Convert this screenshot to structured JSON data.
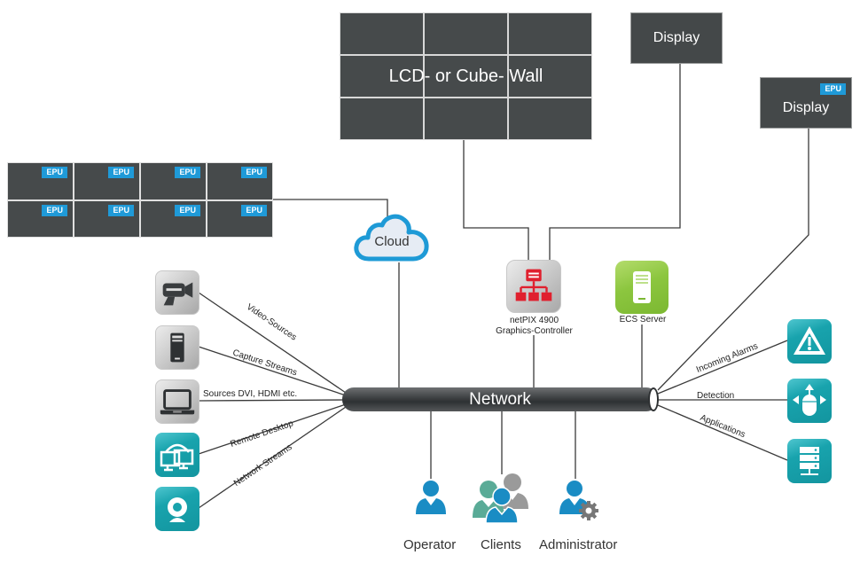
{
  "diagram": {
    "lcd_wall": {
      "label": "LCD- or Cube- Wall"
    },
    "displays": [
      {
        "label": "Display",
        "badge": ""
      },
      {
        "label": "Display",
        "badge": "EPU"
      }
    ],
    "epu_wall": {
      "badges": [
        "EPU",
        "EPU",
        "EPU",
        "EPU",
        "EPU",
        "EPU",
        "EPU",
        "EPU"
      ]
    },
    "cloud": {
      "label": "Cloud"
    },
    "controller": {
      "line1": "netPIX 4900",
      "line2": "Graphics-Controller"
    },
    "ecs_server": {
      "label": "ECS Server"
    },
    "network": {
      "label": "Network"
    },
    "left_sources": [
      {
        "icon": "video-camera-icon",
        "label": "Video-Sources"
      },
      {
        "icon": "pc-tower-icon",
        "label": "Capture Streams"
      },
      {
        "icon": "laptop-icon",
        "label": "Sources DVI, HDMI etc."
      },
      {
        "icon": "remote-desktop-icon",
        "label": "Remote Desktop"
      },
      {
        "icon": "webcam-icon",
        "label": "Network Streams"
      }
    ],
    "right_inputs": [
      {
        "icon": "alarm-warning-icon",
        "label": "Incoming Alarms"
      },
      {
        "icon": "mouse-arrows-icon",
        "label": "Detection"
      },
      {
        "icon": "server-rack-icon",
        "label": "Applications"
      }
    ],
    "users": [
      {
        "icon": "operator-user-icon",
        "label": "Operator"
      },
      {
        "icon": "clients-group-icon",
        "label": "Clients"
      },
      {
        "icon": "administrator-gear-icon",
        "label": "Administrator"
      }
    ],
    "colors": {
      "screen": "#464a4b",
      "epu_badge": "#1f9ad8",
      "teal": "#18a3ad",
      "controller_red": "#e0202e",
      "ecs_green": "#8cc63f",
      "user_blue": "#1a8cc4",
      "client_green": "#5aab97",
      "client_gray": "#9a9a9a"
    }
  }
}
